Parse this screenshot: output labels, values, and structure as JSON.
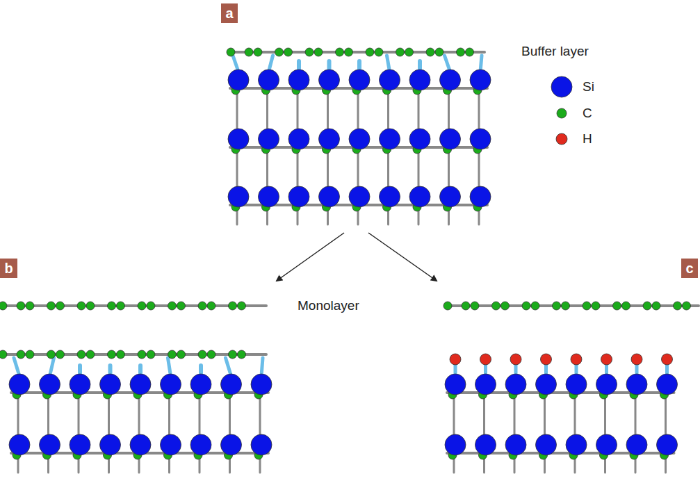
{
  "diagram": {
    "nodes": [
      {
        "text": [
          "a"
        ]
      },
      {
        "text": [
          "b"
        ]
      },
      {
        "text": [
          "c"
        ]
      }
    ],
    "labels": [
      "Buffer layer",
      "Monolayer"
    ],
    "legend": [
      {
        "text": "Si",
        "color": "#0a14e6"
      },
      {
        "text": "C",
        "color": "#1bab1b"
      },
      {
        "text": "H",
        "color": "#e02a1e"
      }
    ]
  }
}
